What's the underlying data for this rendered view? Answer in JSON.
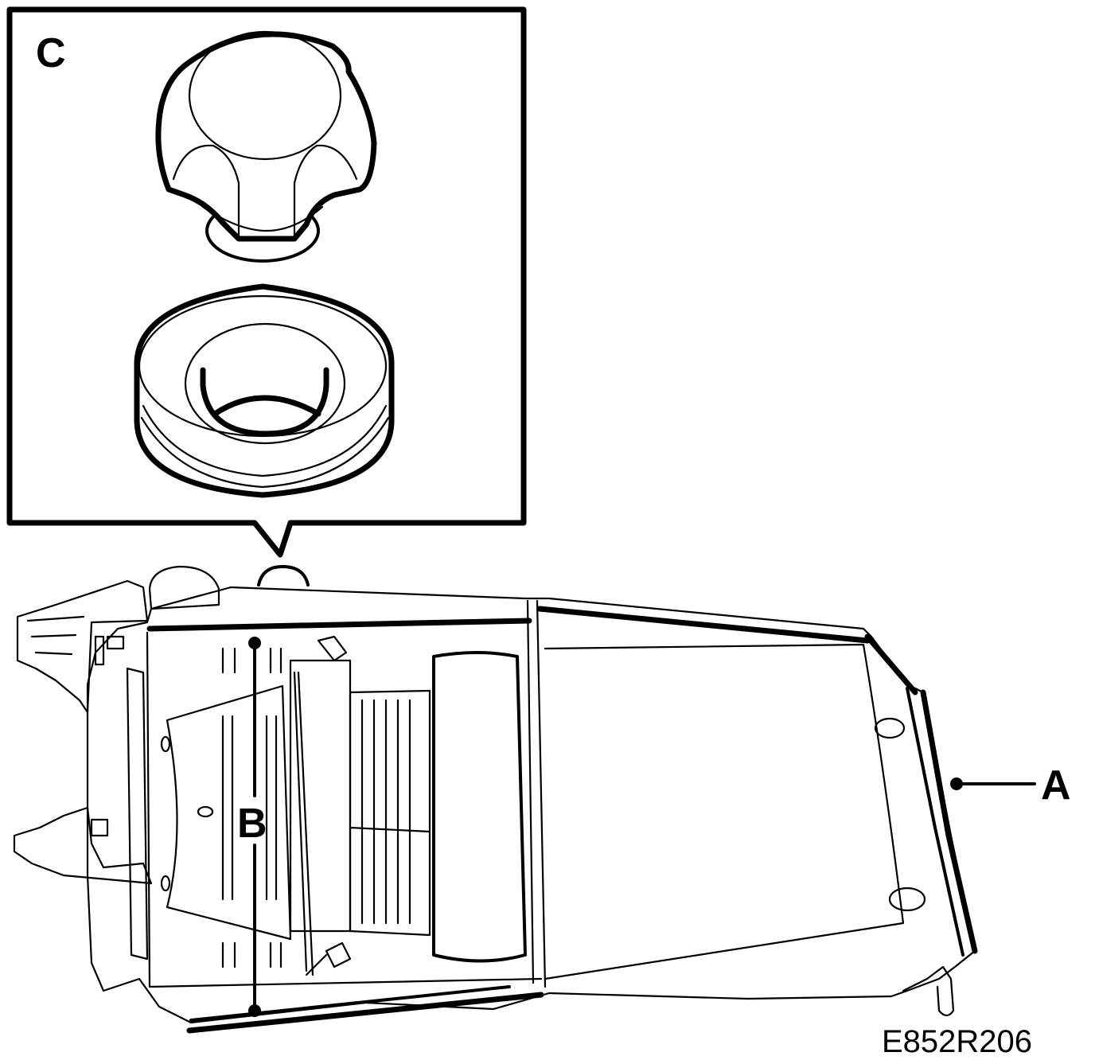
{
  "labels": {
    "a": "A",
    "b": "B",
    "c": "C"
  },
  "figure_id": "E852R206",
  "colors": {
    "line": "#000000",
    "background": "#ffffff"
  }
}
